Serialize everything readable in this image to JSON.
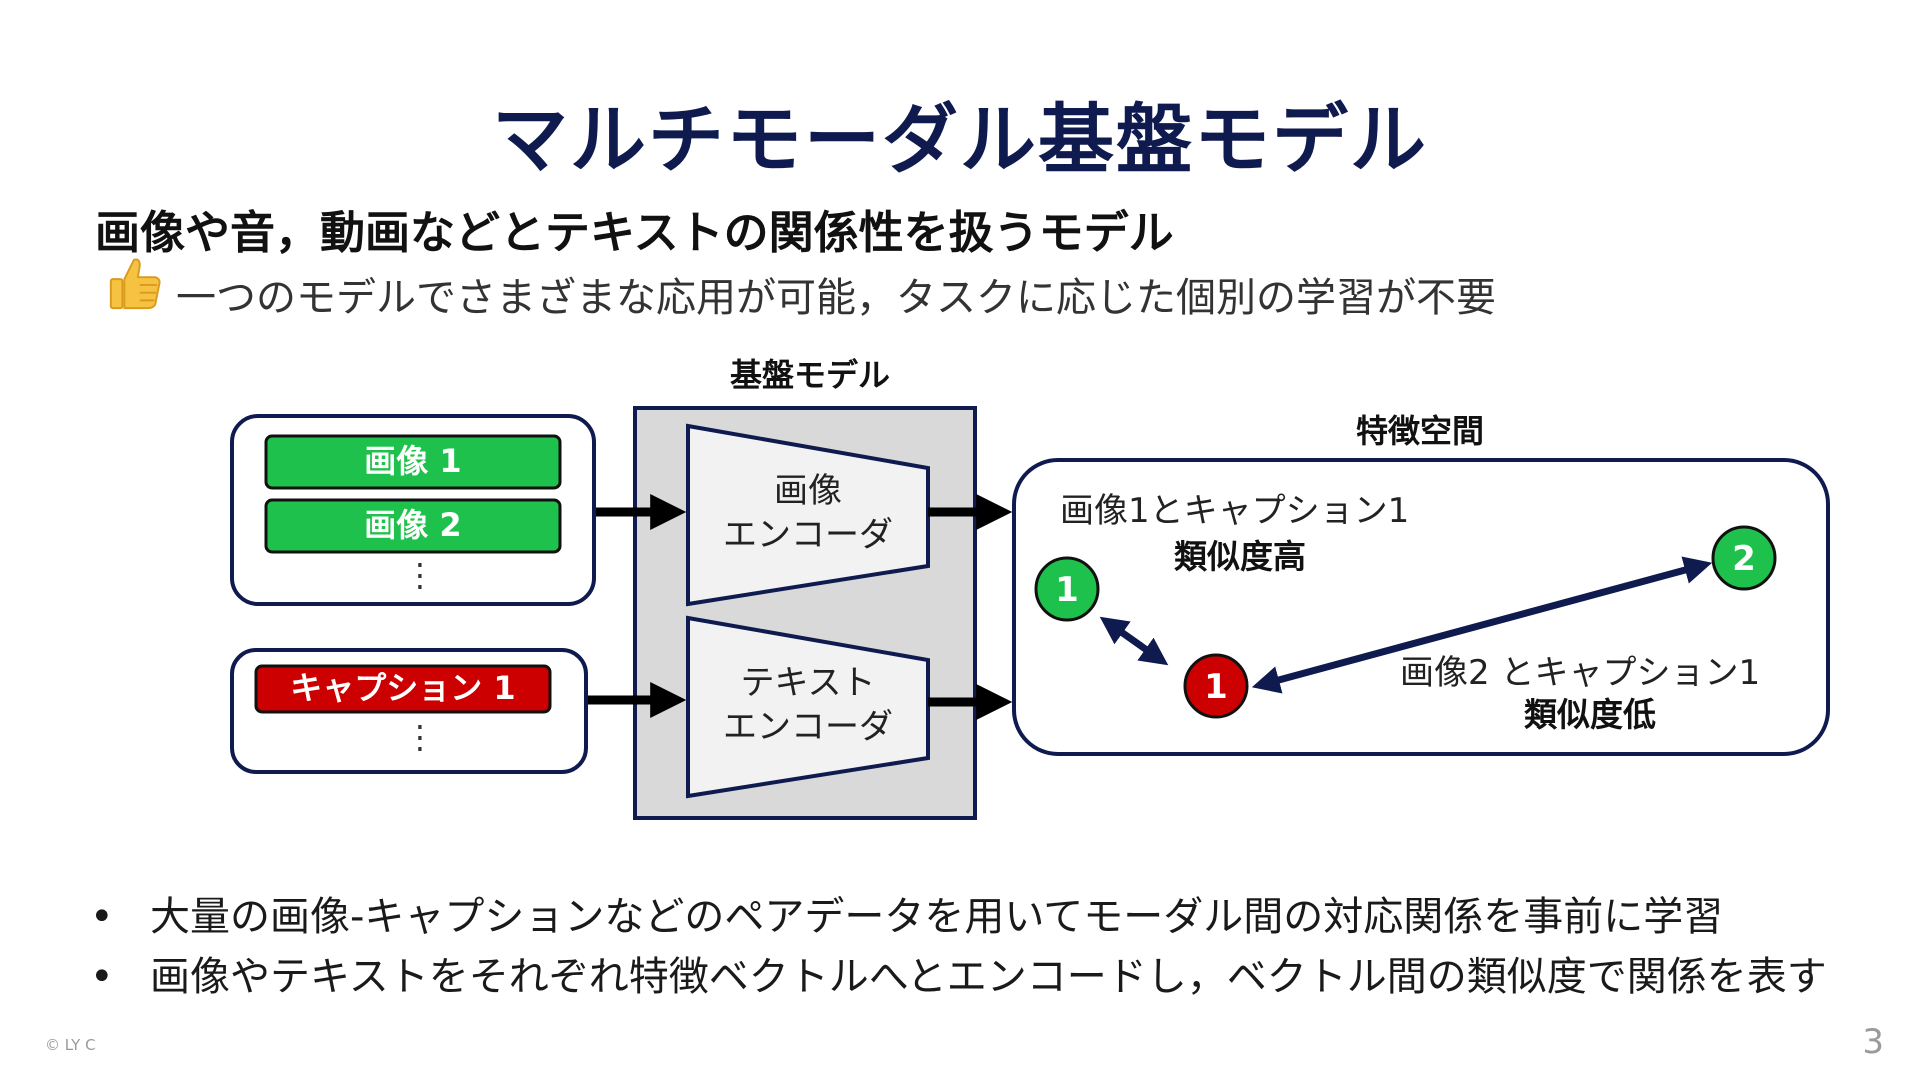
{
  "slide": {
    "title": "マルチモーダル基盤モデル",
    "subtitle": "画像や音，動画などとテキストの関係性を扱うモデル",
    "benefit_icon": "thumbs-up-icon",
    "benefit": "一つのモデルでさまざまな応用が可能，タスクに応じた個別の学習が不要",
    "page_number": "3",
    "footer": "© LY C"
  },
  "diagram": {
    "foundation_label": "基盤モデル",
    "feature_space_label": "特徴空間",
    "image_items": [
      "画像 1",
      "画像 2"
    ],
    "caption_items": [
      "キャプション 1"
    ],
    "ellipsis": "⋮",
    "image_encoder": [
      "画像",
      "エンコーダ"
    ],
    "text_encoder": [
      "テキスト",
      "エンコーダ"
    ],
    "pair1_label": "画像1とキャプション1",
    "pair1_similarity": "類似度高",
    "pair2_label": "画像2 とキャプション1",
    "pair2_similarity": "類似度低",
    "points": {
      "image1": "1",
      "image2": "2",
      "caption1": "1"
    },
    "colors": {
      "image": "#1ec14b",
      "caption": "#cc0000",
      "navy": "#0f1a4f",
      "model_bg": "#d9d9d9"
    }
  },
  "bullets": [
    "大量の画像-キャプションなどのペアデータを用いてモーダル間の対応関係を事前に学習",
    "画像やテキストをそれぞれ特徴ベクトルへとエンコードし，ベクトル間の類似度で関係を表す"
  ],
  "bullet_marker": "•"
}
